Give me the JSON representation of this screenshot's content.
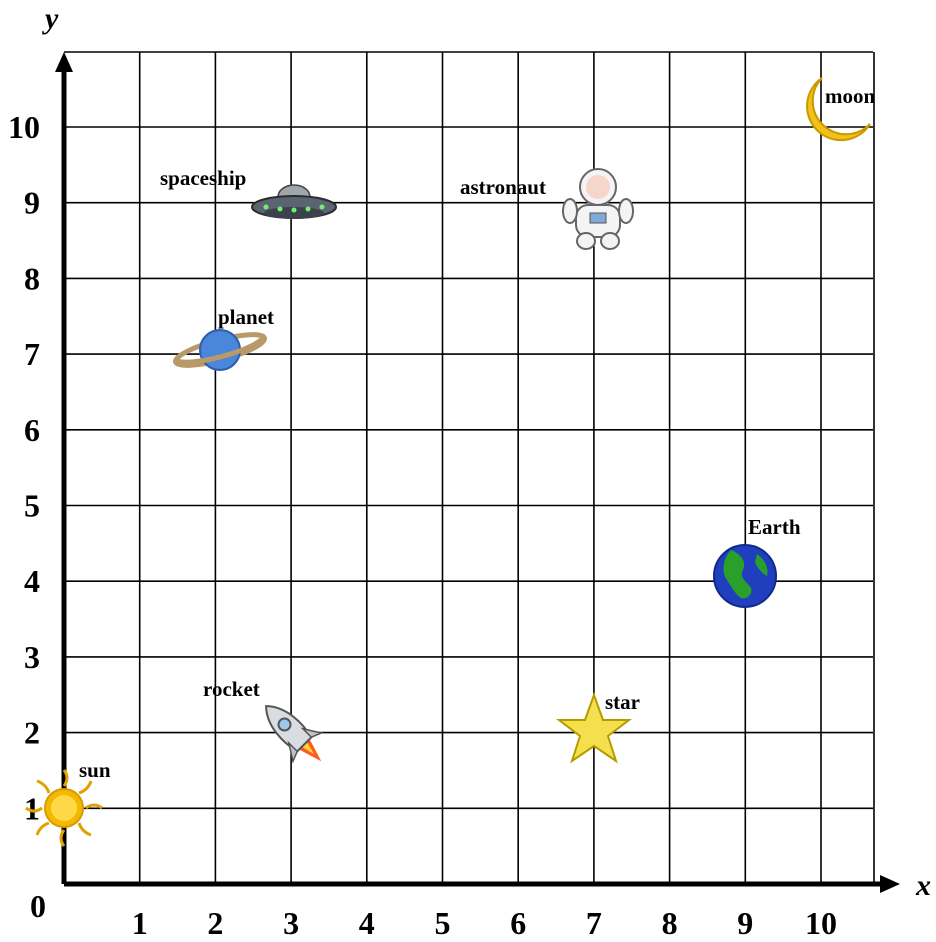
{
  "axes": {
    "x_label": "x",
    "y_label": "y",
    "origin_label": "0",
    "x_ticks": [
      "1",
      "2",
      "3",
      "4",
      "5",
      "6",
      "7",
      "8",
      "9",
      "10"
    ],
    "y_ticks": [
      "1",
      "2",
      "3",
      "4",
      "5",
      "6",
      "7",
      "8",
      "9",
      "10"
    ]
  },
  "objects": [
    {
      "key": "sun",
      "label": "sun",
      "x": 0,
      "y": 1,
      "icon": "sun-icon"
    },
    {
      "key": "rocket",
      "label": "rocket",
      "x": 3,
      "y": 2,
      "icon": "rocket-icon"
    },
    {
      "key": "star",
      "label": "star",
      "x": 7,
      "y": 2,
      "icon": "star-icon"
    },
    {
      "key": "earth",
      "label": "Earth",
      "x": 9,
      "y": 4,
      "icon": "earth-icon"
    },
    {
      "key": "planet",
      "label": "planet",
      "x": 2,
      "y": 7,
      "icon": "planet-icon"
    },
    {
      "key": "spaceship",
      "label": "spaceship",
      "x": 3,
      "y": 9,
      "icon": "spaceship-icon"
    },
    {
      "key": "astronaut",
      "label": "astronaut",
      "x": 7,
      "y": 9,
      "icon": "astronaut-icon"
    },
    {
      "key": "moon",
      "label": "moon",
      "x": 10,
      "y": 10,
      "icon": "moon-icon"
    }
  ],
  "colors": {
    "grid": "#000000",
    "sun": "#f5b800",
    "star": "#f4e04d",
    "earth_ocean": "#1f3fbf",
    "earth_land": "#2aa02a",
    "moon": "#f2c21a",
    "planet": "#4a86d9",
    "rocket_flame": "#ff5a1f"
  }
}
